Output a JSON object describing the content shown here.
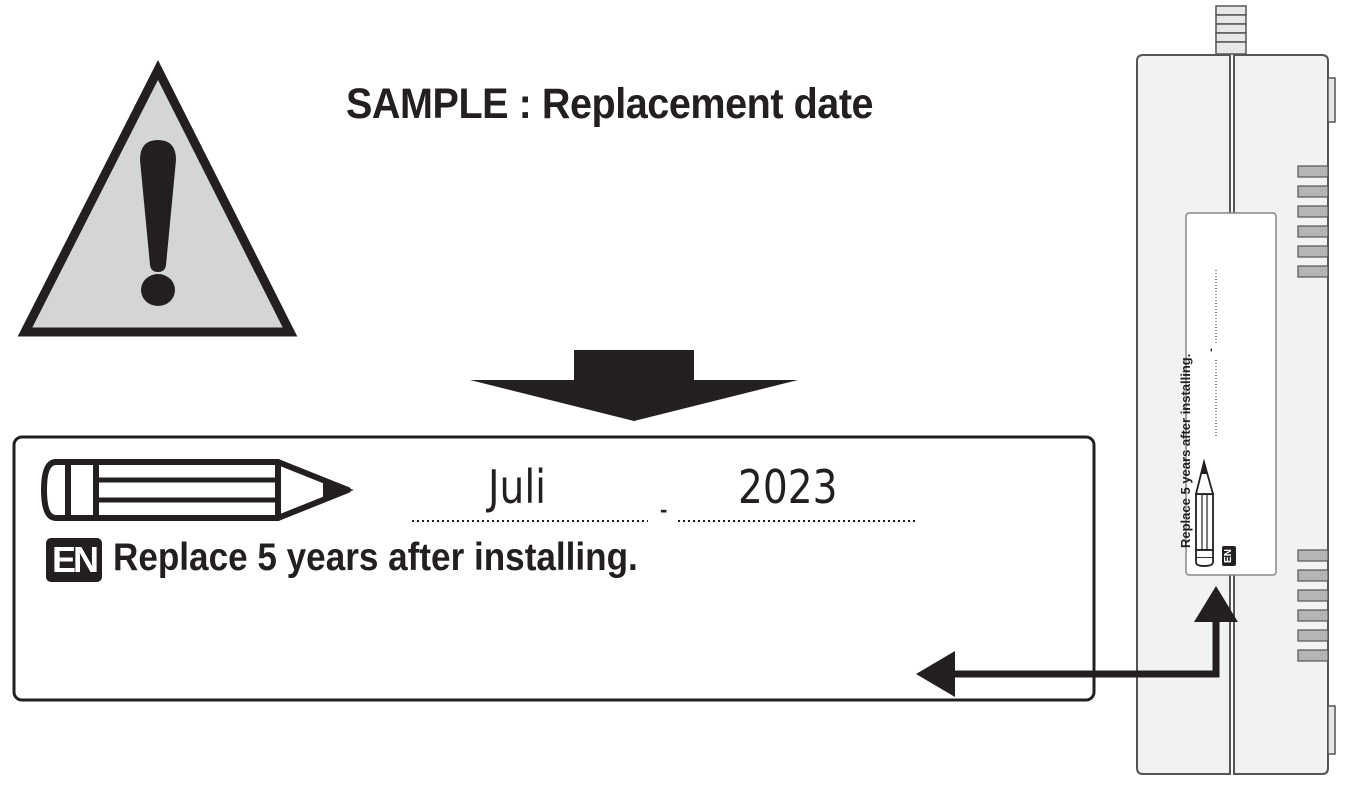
{
  "title": "SAMPLE : Replacement date",
  "label": {
    "badge": "EN",
    "text": "Replace 5 years after installing.",
    "month": "Juli",
    "separator": "-",
    "year": "2023"
  },
  "device_label": {
    "badge": "EN",
    "text": "Replace 5 years after installing.",
    "separator": "-"
  },
  "icons": [
    "warning-triangle-icon",
    "down-arrow-icon",
    "pencil-icon",
    "elbow-arrow-icon"
  ],
  "colors": {
    "ink": "#231f20",
    "warning_fill": "#d4d5d6",
    "device_fill": "#f1f2f2",
    "device_stroke": "#555555"
  }
}
